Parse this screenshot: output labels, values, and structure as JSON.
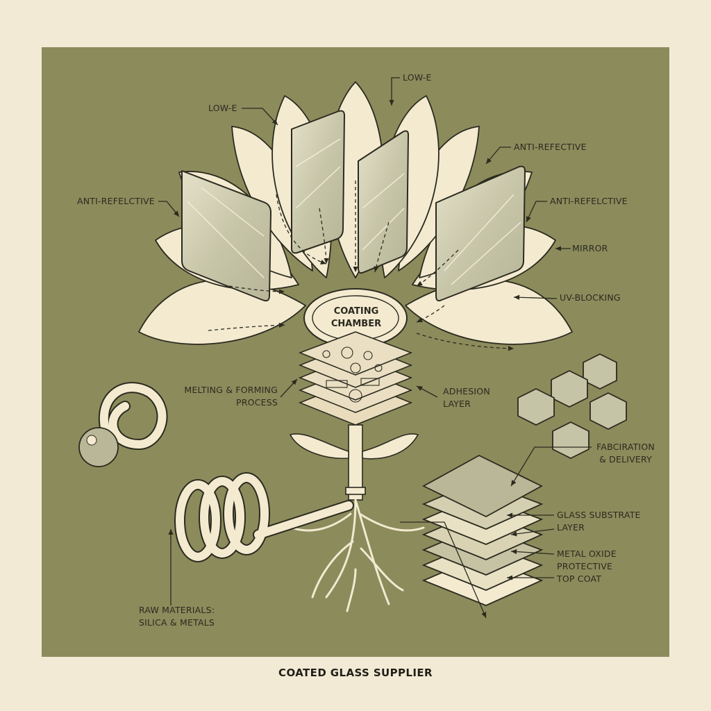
{
  "title": "COATED GLASS SUPPLIER",
  "chamber": {
    "line1": "COATING",
    "line2": "CHAMBER"
  },
  "labels": {
    "low_e_top": "LOW-E",
    "low_e_left": "LOW-E",
    "anti_reflective_left": "ANTI-REFELCTIVE",
    "anti_refective_right": "ANTI-REFECTIVE",
    "anti_refelctive_right": "ANTI-REFELCTIVE",
    "mirror": "MIRROR",
    "uv_blocking": "UV-BLOCKING",
    "melting_1": "MELTING & FORMING",
    "melting_2": "PROCESS",
    "adhesion_1": "ADHESION",
    "adhesion_2": "LAYER",
    "fabrication_1": "FABCIRATION",
    "fabrication_2": "& DELIVERY",
    "glass_substrate_1": "GLASS SUBSTRATE",
    "glass_substrate_2": "LAYER",
    "metal_oxide": "METAL OXIDE",
    "protective": "PROTECTIVE",
    "top_coat": "TOP COAT",
    "raw_1": "RAW MATERIALS:",
    "raw_2": "SILICA & METALS"
  },
  "colors": {
    "background": "#f3ead6",
    "panel": "#8b8b5c",
    "cream": "#f3ead0",
    "ink": "#2b2a1f",
    "glass": "#c9c7aa"
  }
}
